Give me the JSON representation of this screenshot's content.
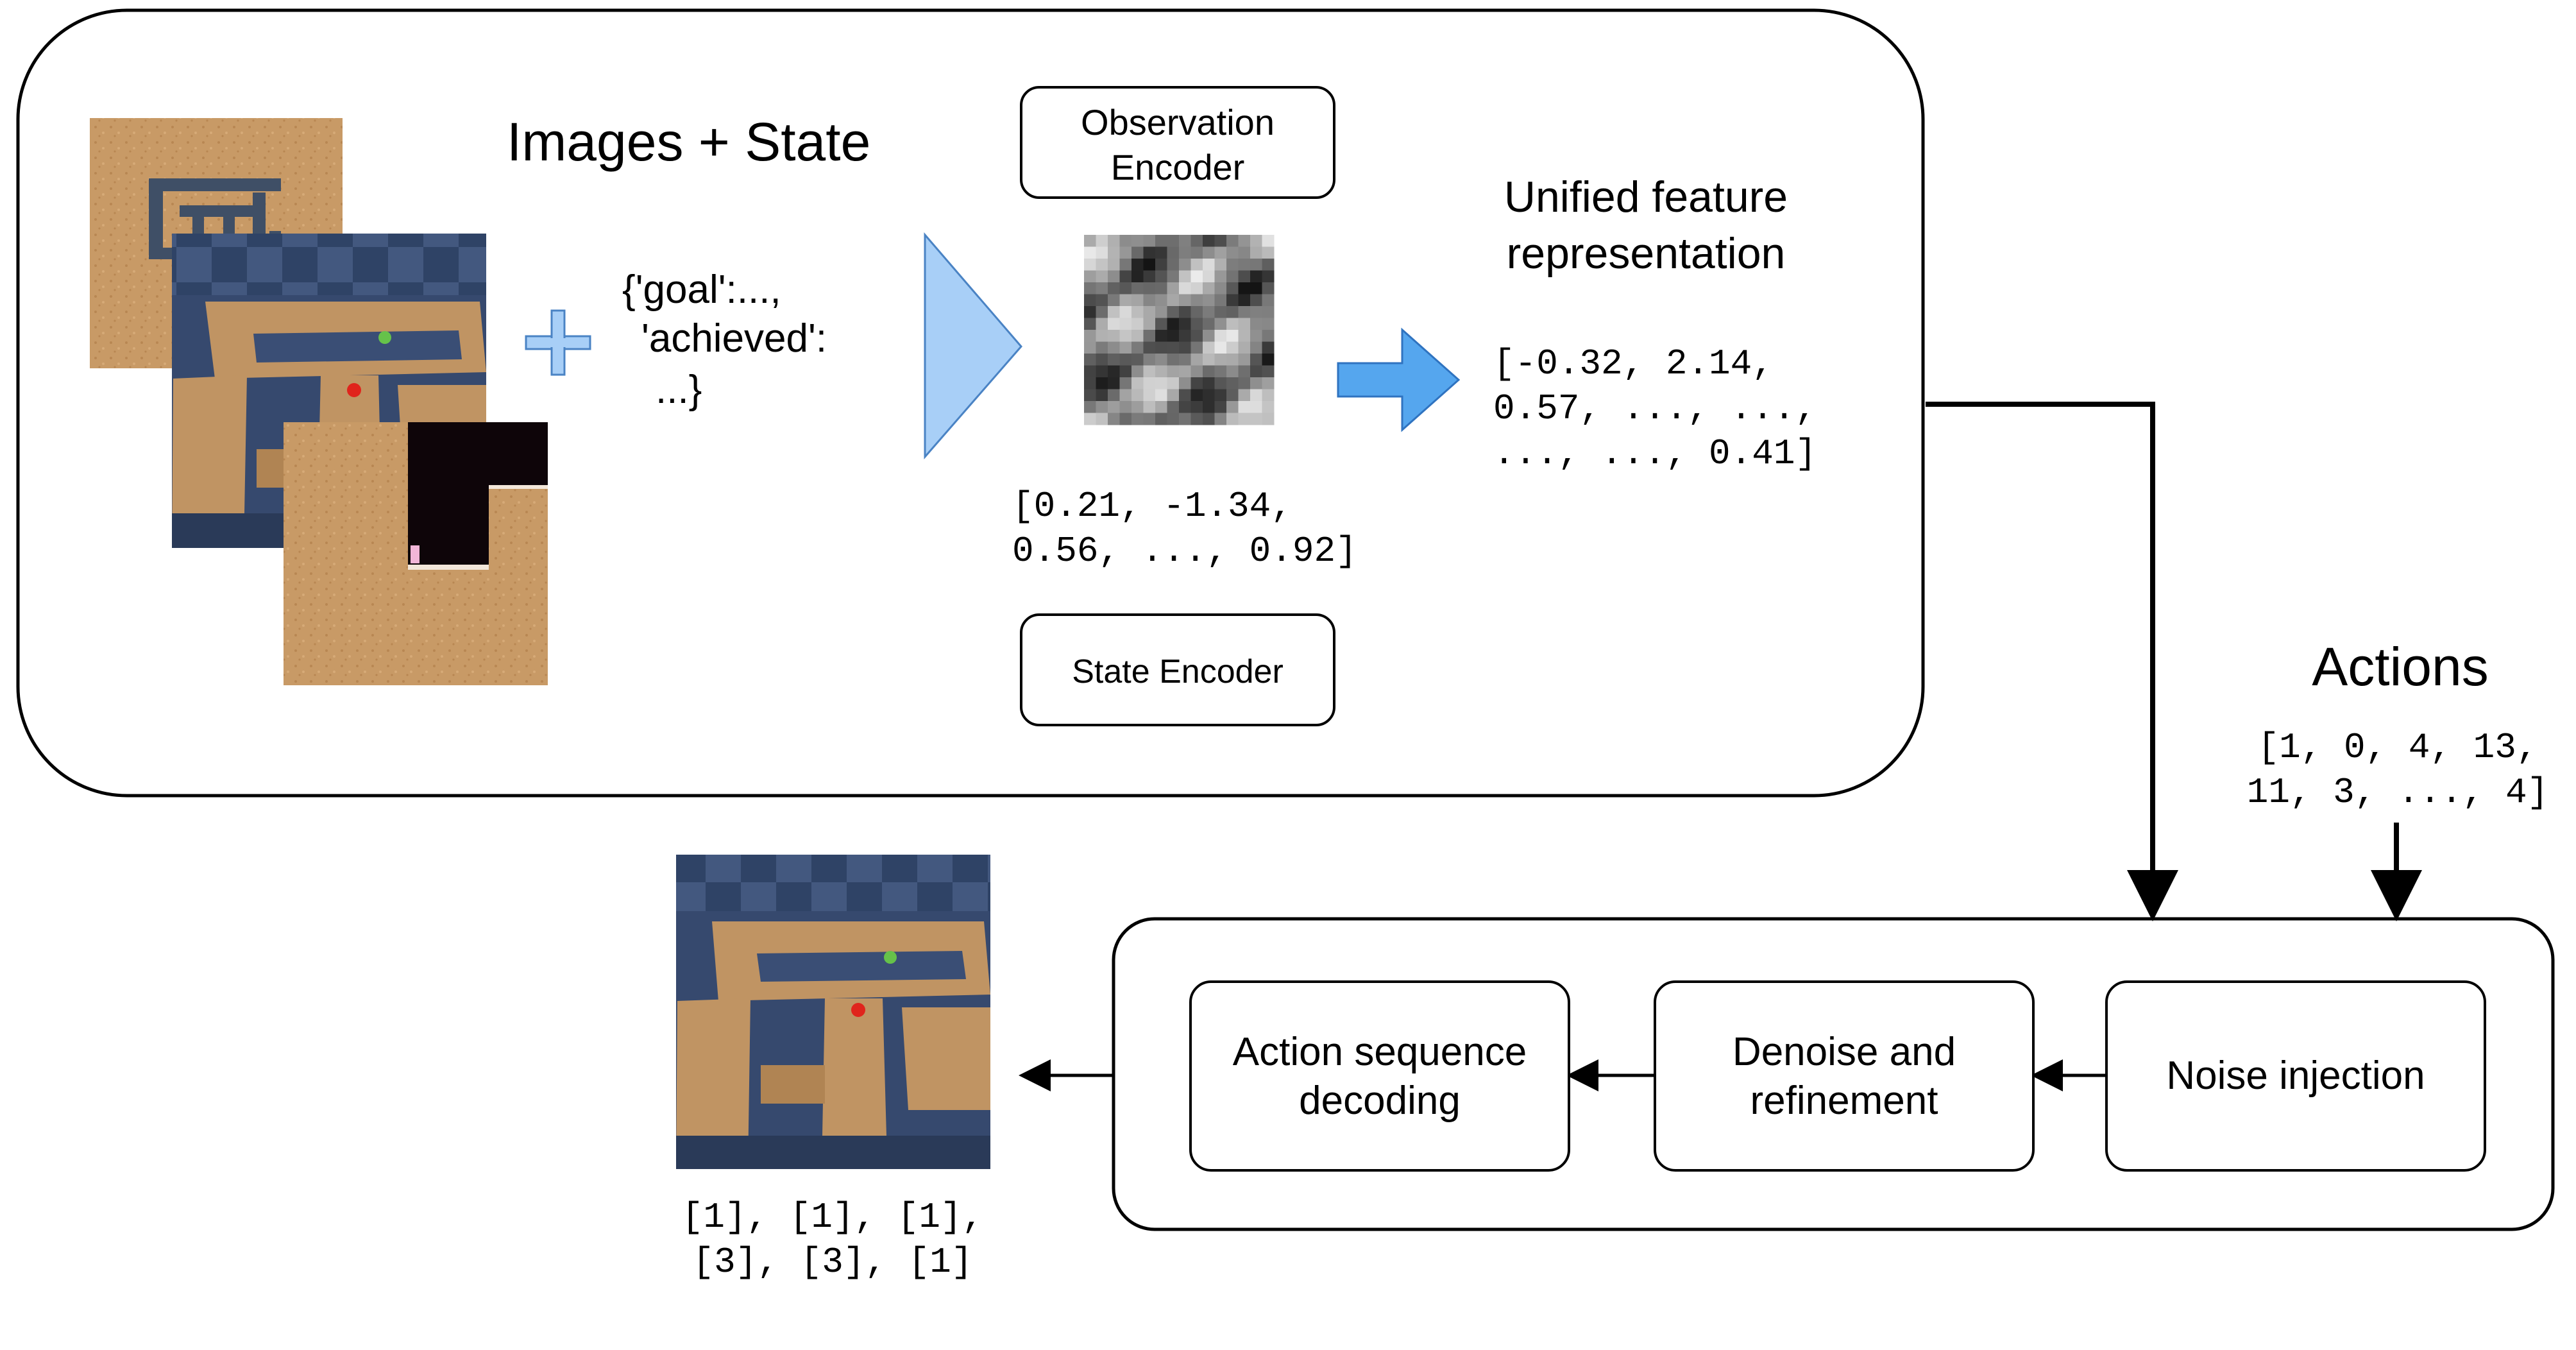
{
  "encoder": {
    "title": "Images + State",
    "state_dict_lines": [
      "{'goal':...,",
      "'achieved':",
      "...}"
    ],
    "observation_encoder_lines": [
      "Observation",
      "Encoder"
    ],
    "state_encoder": "State Encoder",
    "image_vector_lines": [
      "[0.21, -1.34,",
      "0.56, ..., 0.92]"
    ]
  },
  "unified": {
    "title_lines": [
      "Unified feature",
      "representation"
    ],
    "vector_lines": [
      "[-0.32, 2.14,",
      "0.57, ..., ...,",
      "..., ..., 0.41]"
    ]
  },
  "actions": {
    "title": "Actions",
    "vector_lines": [
      "[1, 0, 4, 13,",
      "11, 3, ..., 4]"
    ]
  },
  "pipeline": {
    "noise": "Noise injection",
    "denoise_lines": [
      "Denoise and",
      "refinement"
    ],
    "decode_lines": [
      "Action sequence",
      "decoding"
    ]
  },
  "output": {
    "vector_lines": [
      "[1], [1], [1],",
      "[3], [3], [1]"
    ]
  },
  "colors": {
    "sand": "#C89A66",
    "wall": "#B8935F",
    "floor_dark": "#2F4366",
    "floor_light": "#43587F",
    "triangle": "#A8CFF7",
    "arrow_blue": "#55A6EE",
    "plus_blue": "#A8CFF7"
  }
}
